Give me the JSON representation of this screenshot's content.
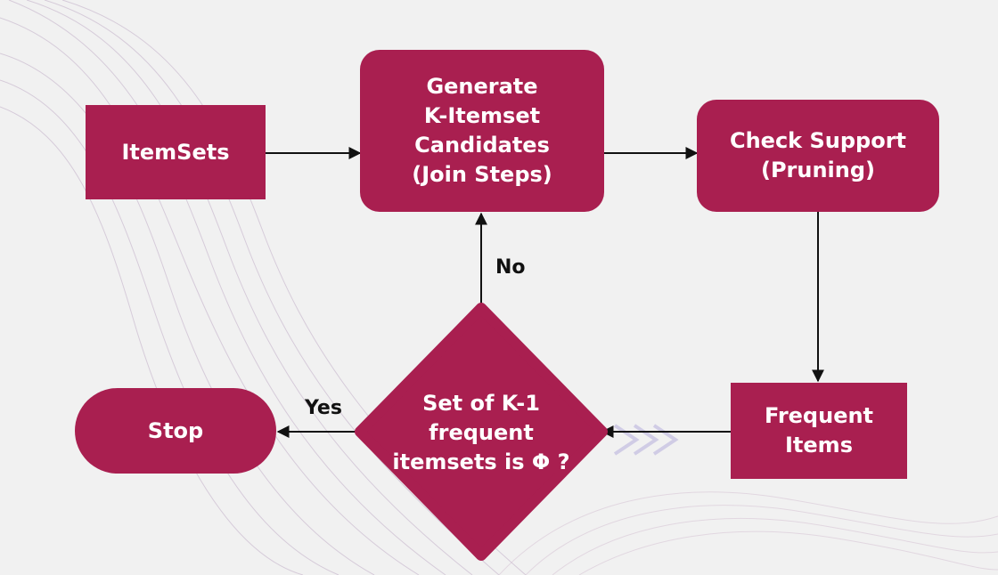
{
  "nodes": {
    "itemsets": "ItemSets",
    "generate": "Generate\nK-Itemset\nCandidates\n(Join Steps)",
    "check_support": "Check Support\n(Pruning)",
    "frequent_items": "Frequent\nItems",
    "decision": "Set of K-1\nfrequent\nitemsets is Φ ?",
    "stop": "Stop"
  },
  "edges": {
    "no": "No",
    "yes": "Yes"
  },
  "colors": {
    "node_fill": "#a91f50",
    "node_text": "#ffffff",
    "background": "#f1f1f1",
    "arrow": "#111111"
  }
}
